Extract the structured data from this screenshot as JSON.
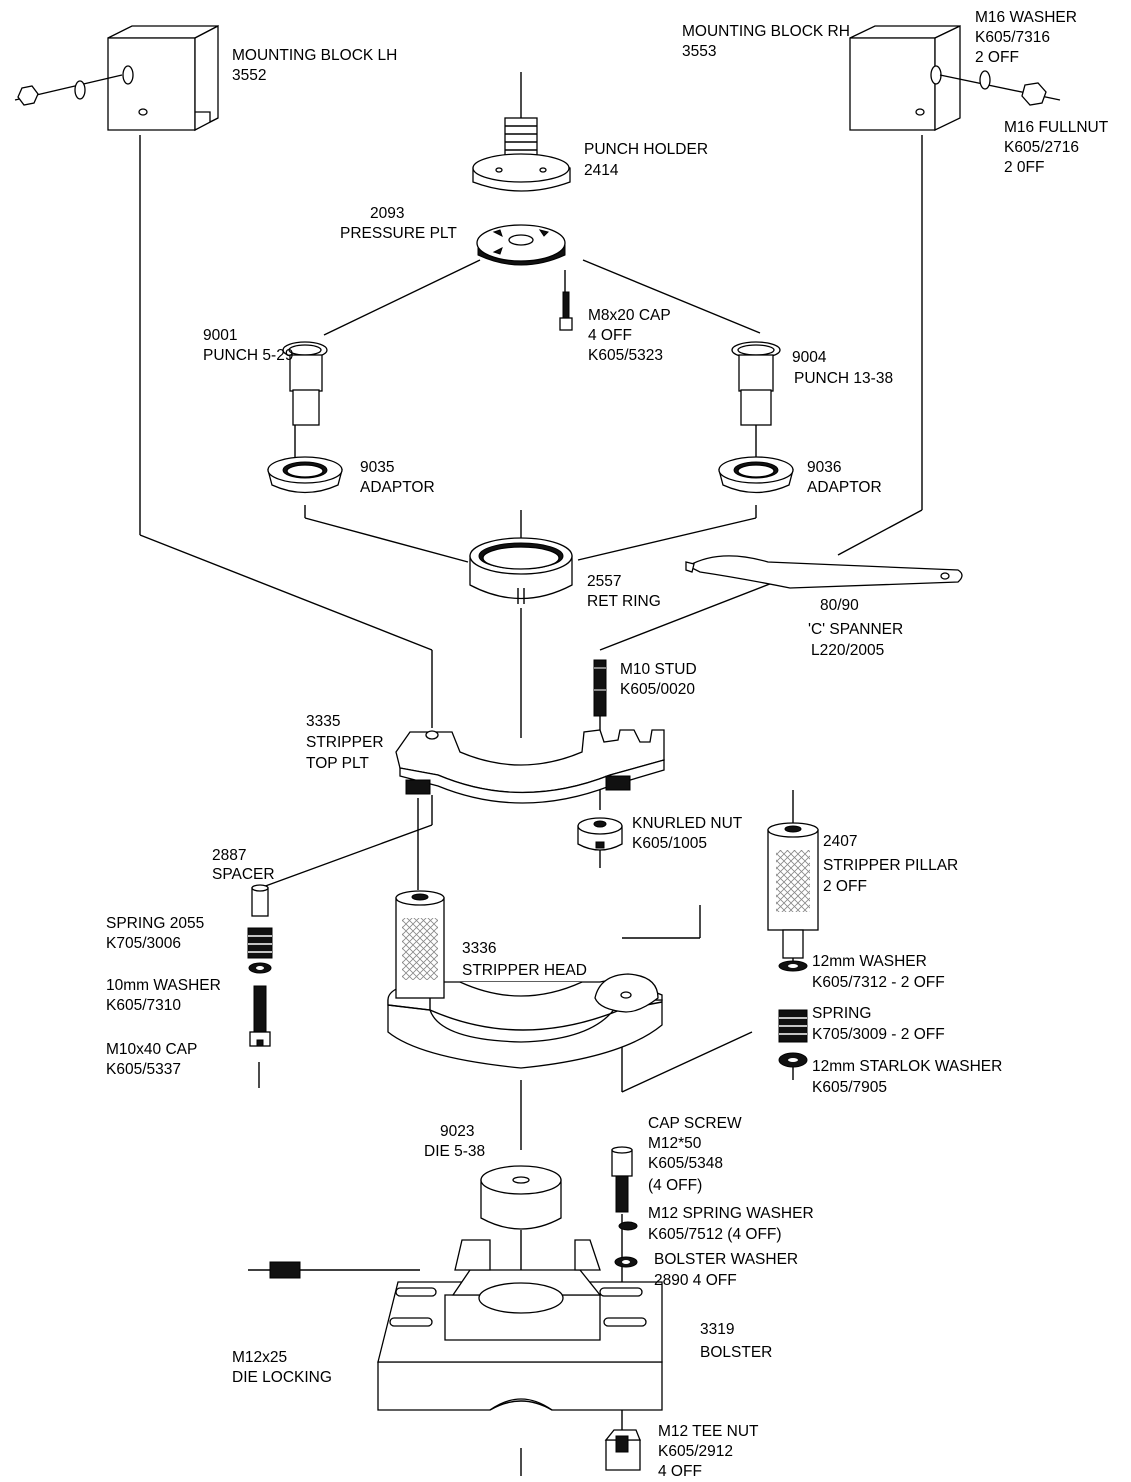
{
  "labels": {
    "mounting_block_lh": [
      "MOUNTING BLOCK LH",
      "3552"
    ],
    "mounting_block_rh": [
      "MOUNTING BLOCK RH",
      "3553"
    ],
    "m16_washer": [
      "M16 WASHER",
      "K605/7316",
      "2 OFF"
    ],
    "m16_fullnut": [
      "M16 FULLNUT",
      "K605/2716",
      "2 0FF"
    ],
    "punch_holder": [
      "PUNCH HOLDER",
      "2414"
    ],
    "pressure_plt": [
      "2093",
      "PRESSURE PLT"
    ],
    "m8x20_cap": [
      "M8x20 CAP",
      "4 OFF",
      "K605/5323"
    ],
    "punch_5_29": [
      "9001",
      "PUNCH 5-29"
    ],
    "punch_13_38": [
      "9004",
      "PUNCH 13-38"
    ],
    "adaptor_9035": [
      "9035",
      "ADAPTOR"
    ],
    "adaptor_9036": [
      "9036",
      "ADAPTOR"
    ],
    "ret_ring": [
      "2557",
      "RET RING"
    ],
    "c_spanner": [
      "80/90",
      "'C' SPANNER",
      "L220/2005"
    ],
    "m10_stud": [
      "M10 STUD",
      "K605/0020"
    ],
    "stripper_top_plt": [
      "3335",
      "STRIPPER",
      "TOP PLT"
    ],
    "knurled_nut": [
      "KNURLED NUT",
      "K605/1005"
    ],
    "stripper_pillar": [
      "2407",
      "STRIPPER PILLAR",
      "2 OFF"
    ],
    "spacer": [
      "2887",
      "SPACER"
    ],
    "spring_2055": [
      "SPRING 2055",
      "K705/3006"
    ],
    "washer_10mm": [
      "10mm WASHER",
      "K605/7310"
    ],
    "m10x40_cap": [
      "M10x40 CAP",
      "K605/5337"
    ],
    "stripper_head": [
      "3336",
      "STRIPPER HEAD"
    ],
    "washer_12mm": [
      "12mm WASHER",
      "K605/7312 - 2 OFF"
    ],
    "spring_3009": [
      "SPRING",
      "K705/3009 - 2 OFF"
    ],
    "starlok_washer": [
      "12mm STARLOK WASHER",
      "K605/7905"
    ],
    "die": [
      "9023",
      "DIE 5-38"
    ],
    "cap_screw": [
      "CAP SCREW",
      "M12*50",
      "K605/5348",
      "(4 OFF)"
    ],
    "m12_spring_washer": [
      "M12 SPRING WASHER",
      "K605/7512 (4 OFF)"
    ],
    "bolster_washer": [
      "BOLSTER WASHER",
      "2890  4 OFF"
    ],
    "bolster": [
      "3319",
      "BOLSTER"
    ],
    "die_locking": [
      "M12x25",
      "DIE LOCKING"
    ],
    "tee_nut": [
      "M12 TEE NUT",
      "K605/2912",
      "4 OFF"
    ]
  }
}
